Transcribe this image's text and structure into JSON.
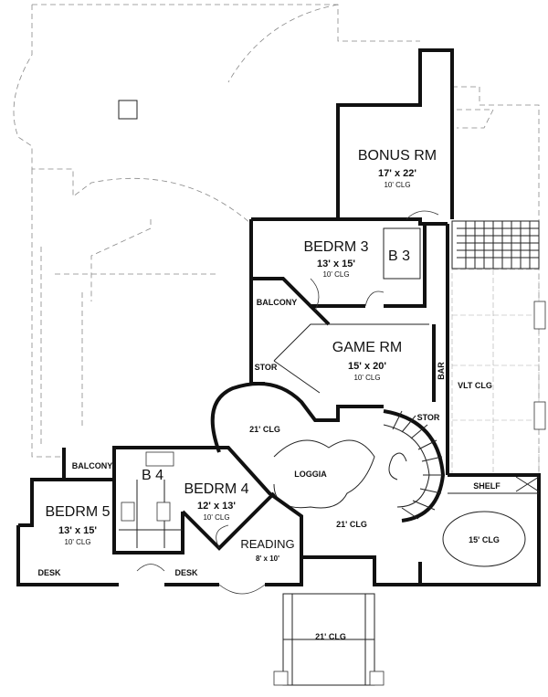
{
  "rooms": {
    "bonus": {
      "name": "BONUS RM",
      "size": "17' x 22'",
      "ceiling": "10' CLG"
    },
    "bedrm3": {
      "name": "BEDRM 3",
      "size": "13' x 15'",
      "ceiling": "10' CLG"
    },
    "b3": {
      "name": "B 3"
    },
    "game": {
      "name": "GAME RM",
      "size": "15' x 20'",
      "ceiling": "10' CLG"
    },
    "balcony_upper": {
      "name": "BALCONY"
    },
    "stor_left": {
      "name": "STOR"
    },
    "stor_right": {
      "name": "STOR"
    },
    "bar": {
      "name": "BAR"
    },
    "vlt": {
      "name": "VLT CLG"
    },
    "rotunda": {
      "ceiling": "21' CLG"
    },
    "loggia": {
      "name": "LOGGIA"
    },
    "balcony_lower": {
      "name": "BALCONY"
    },
    "b4": {
      "name": "B 4"
    },
    "bedrm4": {
      "name": "BEDRM 4",
      "size": "12' x 13'",
      "ceiling": "10' CLG"
    },
    "bedrm5": {
      "name": "BEDRM 5",
      "size": "13' x 15'",
      "ceiling": "10' CLG"
    },
    "desk_left": {
      "name": "DESK"
    },
    "desk_mid": {
      "name": "DESK"
    },
    "reading": {
      "name": "READING",
      "size": "8' x 10'"
    },
    "foyer": {
      "ceiling": "21' CLG"
    },
    "shelf": {
      "name": "SHELF"
    },
    "oval": {
      "ceiling": "15' CLG"
    },
    "porch": {
      "ceiling": "21' CLG"
    }
  }
}
